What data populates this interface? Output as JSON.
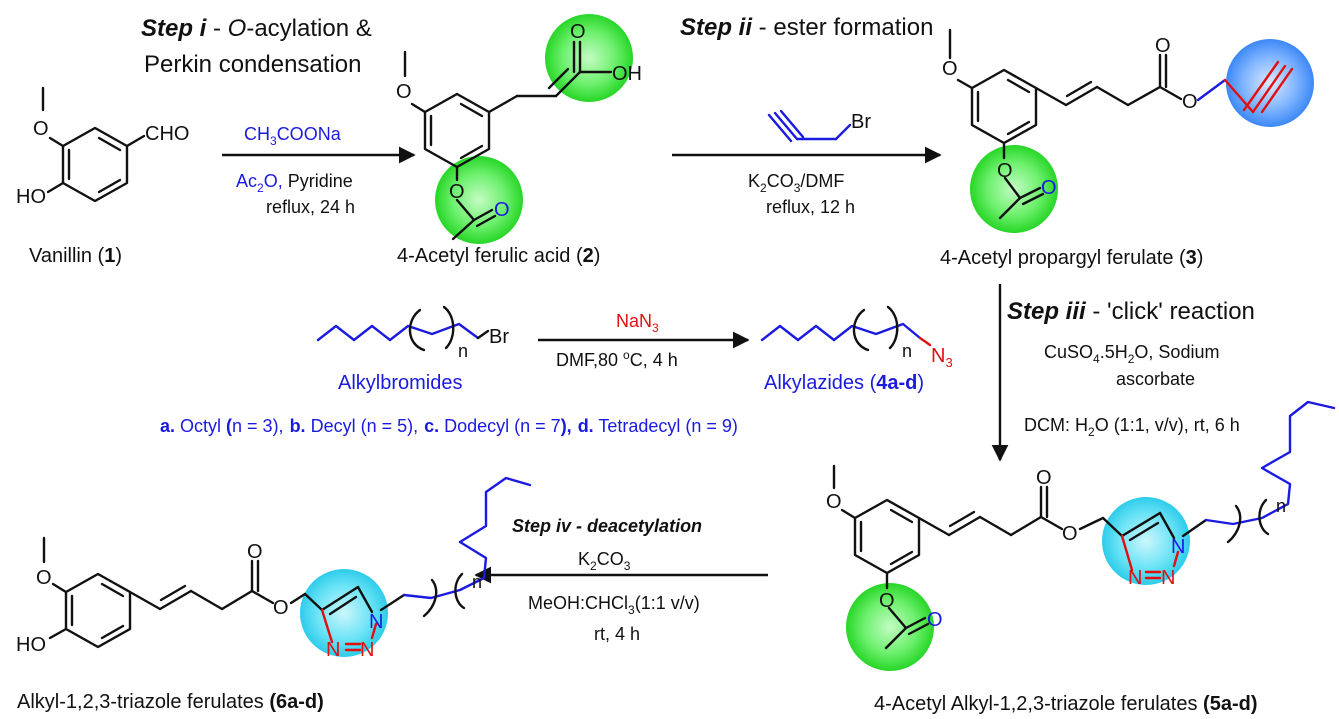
{
  "steps": {
    "s1": {
      "line1_label": "Step i",
      "line1_sep": " - ",
      "line1_italic": "O",
      "line1_rest": "-acylation &",
      "line2": "Perkin condensation"
    },
    "s2": {
      "label": "Step ii",
      "rest": " - ester formation"
    },
    "s3": {
      "label": "Step iii",
      "rest": " - 'click' reaction"
    },
    "s4": {
      "label": "Step iv - deacetylation"
    }
  },
  "compounds": {
    "c1": {
      "name": "Vanillin (",
      "num": "1",
      "close": ")"
    },
    "c2": {
      "name": "4-Acetyl ferulic acid (",
      "num": "2",
      "close": ")"
    },
    "c3": {
      "name": "4-Acetyl propargyl ferulate (",
      "num": "3",
      "close": ")"
    },
    "c4": {
      "name": "Alkylazides (",
      "num": "4a-d",
      "close": ")"
    },
    "c5": {
      "name": "4-Acetyl Alkyl-1,2,3-triazole ferulates ",
      "num": "(5a-d)"
    },
    "c6": {
      "name": "Alkyl-1,2,3-triazole ferulates ",
      "num": "(6a-d)"
    },
    "alkylbromides": "Alkylbromides"
  },
  "reagents": {
    "r1": {
      "l1_pre": "CH",
      "l1_s1": "3",
      "l1_mid": "COONa",
      "l2_blue": "Ac",
      "l2_s": "2",
      "l2_blue2": "O,",
      "l2_black": " Pyridine",
      "l3": "reflux, 24 h"
    },
    "r2": {
      "l1_pre": "K",
      "l1_s": "2",
      "l1_mid": "CO",
      "l1_s2": "3",
      "l1_post": "/DMF",
      "l2": "reflux, 12 h"
    },
    "r3": {
      "l1": "CuSO",
      "l1_s": "4",
      "l1_post": ".5H",
      "l1_s2": "2",
      "l1_post2": "O, Sodium",
      "l2": "ascorbate",
      "l3_pre": "DCM: H",
      "l3_s": "2",
      "l3_post": "O (1:1, v/v), rt, 6 h"
    },
    "r4": {
      "l1_pre": "K",
      "l1_s": "2",
      "l1_mid": "CO",
      "l1_s2": "3",
      "l2_pre": "MeOH:CHCl",
      "l2_s": "3",
      "l2_post": "(1:1 v/v)",
      "l3": "rt, 4 h"
    },
    "rz": {
      "l1_pre": "NaN",
      "l1_s": "3",
      "l2_pre": "DMF,80 ",
      "l2_sup": "o",
      "l2_post": "C, 4 h"
    }
  },
  "chains": {
    "legend": [
      {
        "letter": "a.",
        "name": " Octyl ",
        "paren": "(",
        "n": "n = 3),"
      },
      {
        "letter": "b.",
        "name": " Decyl (n = 5),"
      },
      {
        "letter": "c.",
        "name": " Dodecyl (n = 7",
        "paren": "),"
      },
      {
        "letter": "d.",
        "name": " Tetradecyl ",
        "n": "(n = 9)"
      }
    ]
  },
  "atoms": {
    "O": "O",
    "OH": "OH",
    "HO": "HO",
    "CHO": "CHO",
    "Br": "Br",
    "N": "N",
    "N3_pre": "N",
    "N3_sub": "3",
    "n": "n"
  },
  "colors": {
    "highlight_green": "#2ee62e",
    "highlight_blue": "#2a8cff",
    "highlight_cyan": "#22d6f2",
    "text_blue": "#1a1ae0",
    "text_red": "#e01010"
  }
}
